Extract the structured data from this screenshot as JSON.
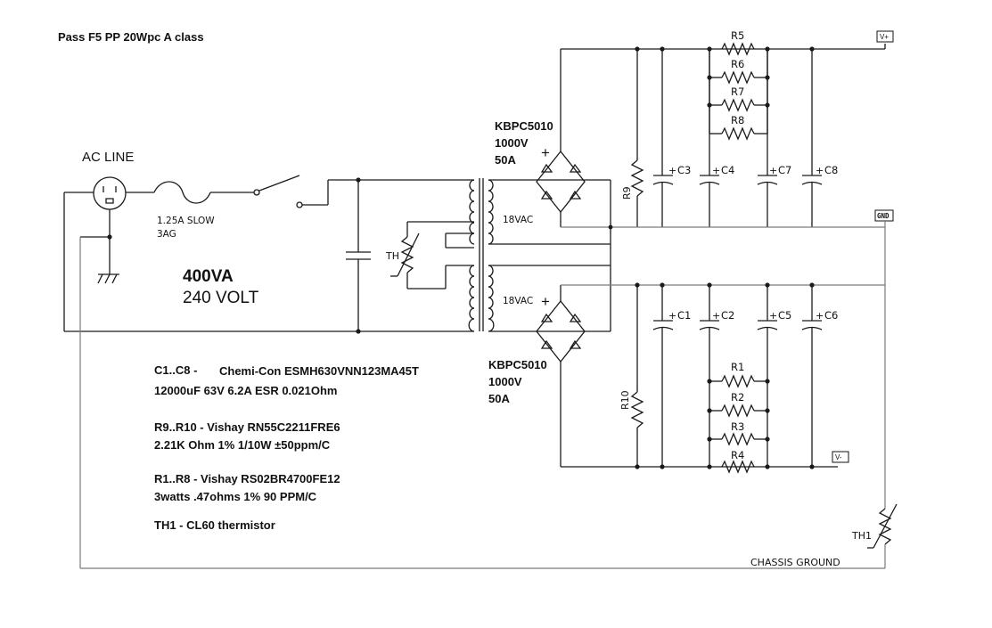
{
  "title": "Pass F5 PP 20Wpc A class",
  "ac_line": {
    "label": "AC LINE"
  },
  "fuse": {
    "rating": "1.25A SLOW",
    "type": "3AG"
  },
  "transformer": {
    "power": "400VA",
    "voltage": "240 VOLT",
    "secondary_top": "18VAC",
    "secondary_bottom": "18VAC"
  },
  "thermistor_primary": {
    "label": "TH"
  },
  "bridge_top": {
    "part": "KBPC5010",
    "voltage": "1000V",
    "current": "50A"
  },
  "bridge_bottom": {
    "part": "KBPC5010",
    "voltage": "1000V",
    "current": "50A"
  },
  "capacitors": [
    "C3",
    "C4",
    "C7",
    "C8",
    "C1",
    "C2",
    "C5",
    "C6"
  ],
  "resistors_top": [
    "R5",
    "R6",
    "R7",
    "R8"
  ],
  "resistors_bottom": [
    "R1",
    "R2",
    "R3",
    "R4"
  ],
  "bleeders": [
    "R9",
    "R10"
  ],
  "rails": {
    "positive": "V+",
    "ground": "GND",
    "negative": "V-"
  },
  "ground_thermistor": {
    "label": "TH1"
  },
  "chassis_ground": "CHASSIS GROUND",
  "notes": [
    {
      "ref": "C1..C8 -",
      "part": "Chemi-Con ESMH630VNN123MA45T",
      "spec": "12000uF 63V 6.2A ESR 0.021Ohm"
    },
    {
      "ref": "R9..R10 - Vishay RN55C2211FRE6",
      "spec": "2.21K Ohm 1% 1/10W ±50ppm/C"
    },
    {
      "ref": "R1..R8 - Vishay RS02BR4700FE12",
      "spec": "3watts .47ohms 1% 90 PPM/C"
    },
    {
      "ref": "TH1 - CL60 thermistor"
    }
  ],
  "plus_sign": "+"
}
